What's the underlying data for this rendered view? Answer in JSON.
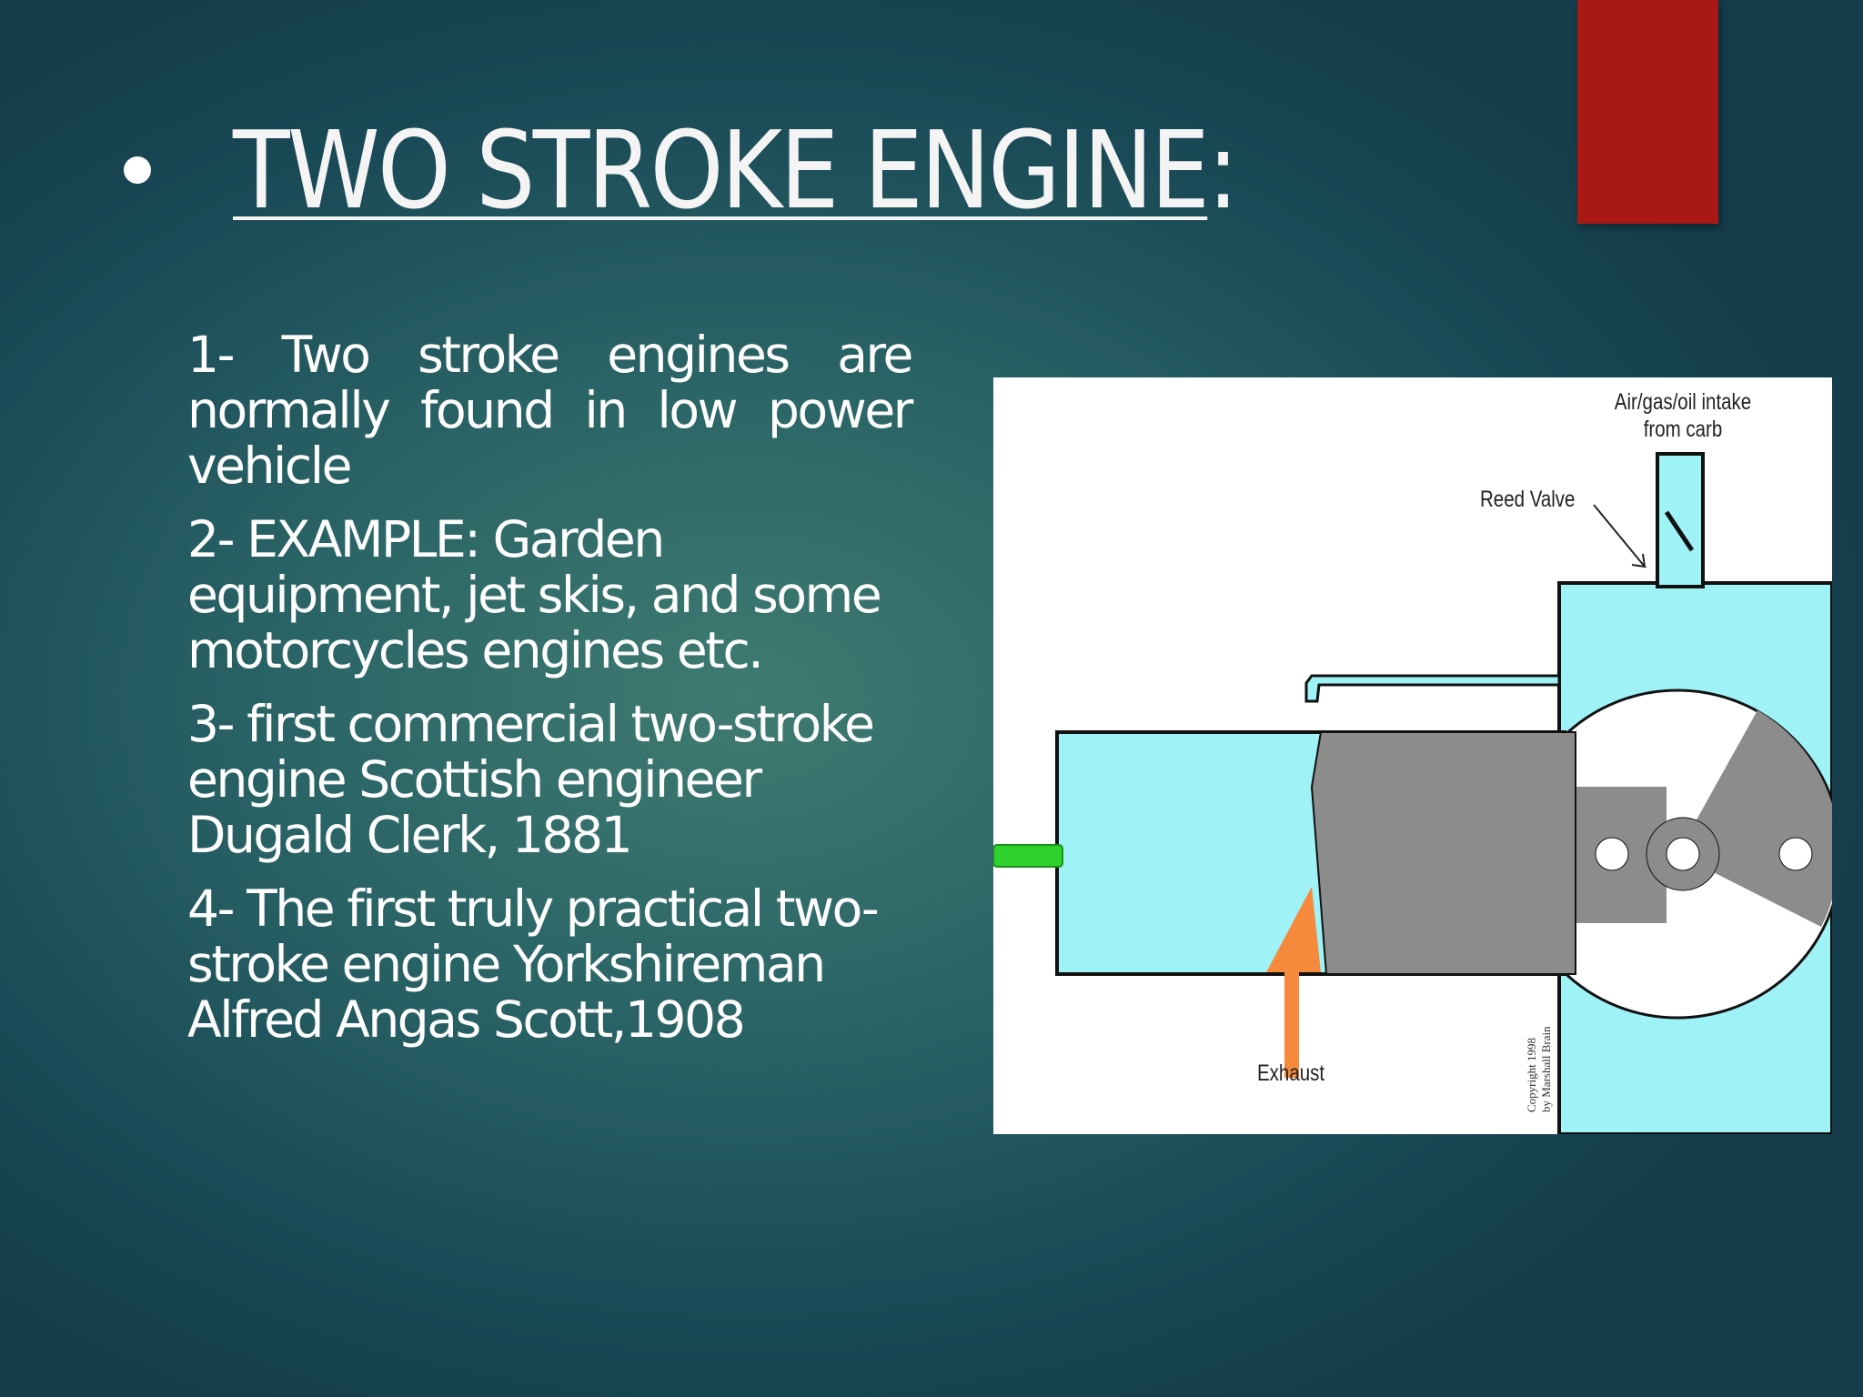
{
  "slide": {
    "title": "TWO STROKE ENGINE",
    "title_suffix": ":",
    "accent_color": "#a81916"
  },
  "points": [
    "1- Two stroke engines are normally found in low power vehicle",
    "2- EXAMPLE: Garden equipment, jet skis, and some motorcycles engines etc.",
    "3- first commercial two-stroke engine Scottish engineer Dugald Clerk, 1881",
    "4- The first truly practical two-stroke engine Yorkshireman Alfred Angas Scott,1908"
  ],
  "diagram": {
    "labels": {
      "intake_line1": "Air/gas/oil intake",
      "intake_line2": "from carb",
      "reed_valve": "Reed Valve",
      "exhaust": "Exhaust",
      "copyright_line1": "Copyright 1998",
      "copyright_line2": "by Marshall Brain"
    },
    "colors": {
      "fluid": "#9ff2f6",
      "metal": "#8c8c8c",
      "spark_plug": "#2fd12f",
      "exhaust_gas": "#f58a3c",
      "outline": "#111111"
    }
  }
}
